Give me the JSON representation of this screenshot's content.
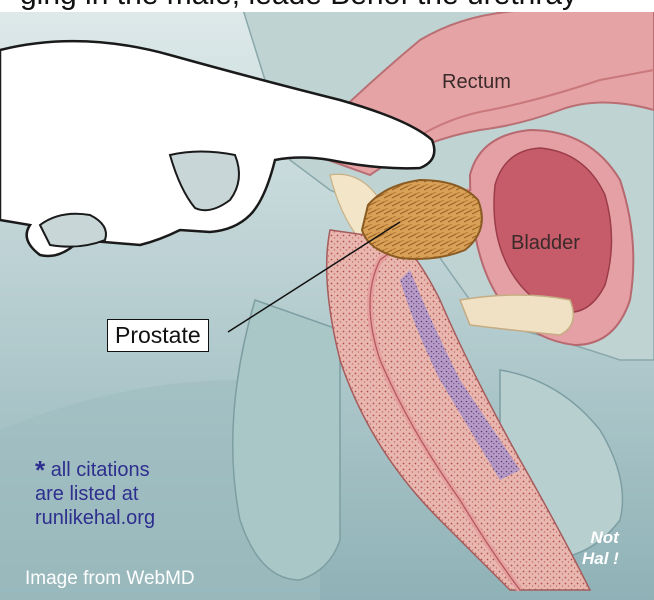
{
  "header_fragment": "ging in the male, ieade Benof the urethray",
  "labels": {
    "rectum": "Rectum",
    "bladder": "Bladder",
    "prostate": "Prostate"
  },
  "note": {
    "star": "*",
    "lines": [
      "all citations",
      "are listed at",
      "runlikehal.org"
    ]
  },
  "credit": "Image from WebMD",
  "badge": [
    "Not",
    "Hal !"
  ],
  "colors": {
    "note_text": "#2e2e8e",
    "body_fill": "#c9dada",
    "rectum": "#e8a6a6",
    "bladder": "#c85a68",
    "prostate": "#d7a25a",
    "urethra": "#d98f8f",
    "spongy_tissue": "#a78ab5"
  }
}
